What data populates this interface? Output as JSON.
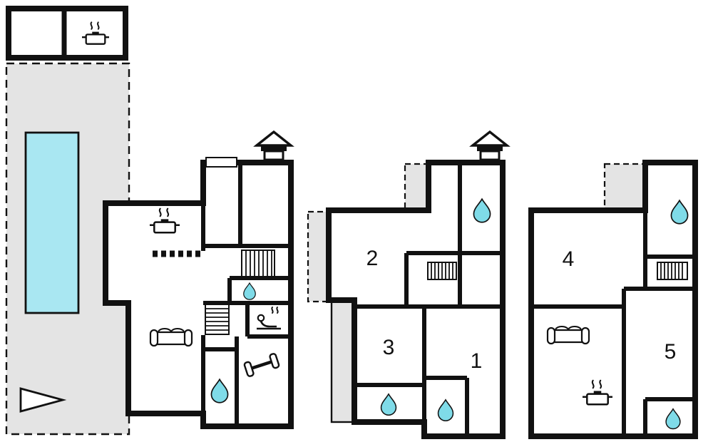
{
  "colors": {
    "background": "#ffffff",
    "wall": "#111111",
    "terrace_fill": "#e4e4e4",
    "pool_fill": "#a9e7f2",
    "water_drop_fill": "#7fdbe8"
  },
  "room_labels": {
    "room1": "1",
    "room2": "2",
    "room3": "3",
    "room4": "4",
    "room5": "5"
  },
  "icons": {
    "pot-icon": "cooking pot with steam (kitchen)",
    "water-drop-icon": "water drop (bath / wc)",
    "sofa-icon": "sofa top view (living room)",
    "stairs-icon": "hatched staircase",
    "dumbbell-icon": "dumbbell (fitness)",
    "sauna-icon": "person in sauna with steam",
    "chimney-icon": "roof hatch / chimney",
    "pool": "swimming pool",
    "flag-icon": "triangle marker",
    "window-icon": "window opening",
    "counter-icon": "dashed kitchen counter"
  }
}
